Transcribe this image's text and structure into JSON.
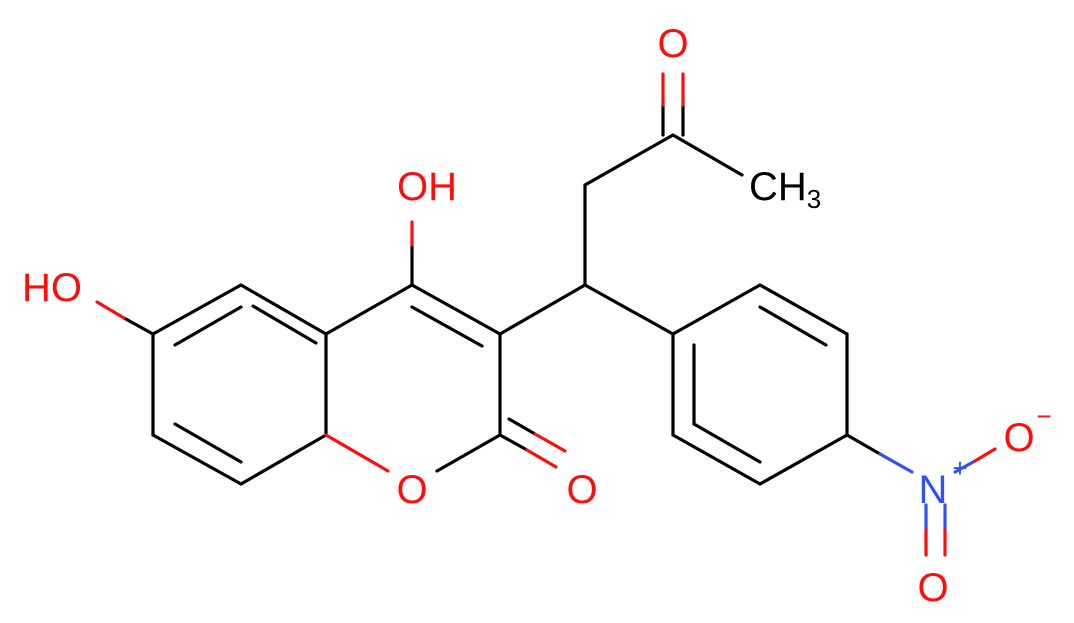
{
  "colors": {
    "carbon": "#000000",
    "oxygen": "#ff0d0d",
    "nitrogen": "#3050f8",
    "background": "#ffffff"
  },
  "labels": {
    "oh_4": "OH",
    "oh_6": "HO",
    "ketone_o": "O",
    "methyl": "CH",
    "methyl_sub": "3",
    "ring_o": "O",
    "lactone_o": "O",
    "nitro_o_minus": "O",
    "nitro_minus_sign": "−",
    "nitro_n": "N",
    "nitro_plus_sign": "+",
    "nitro_o_double": "O"
  }
}
